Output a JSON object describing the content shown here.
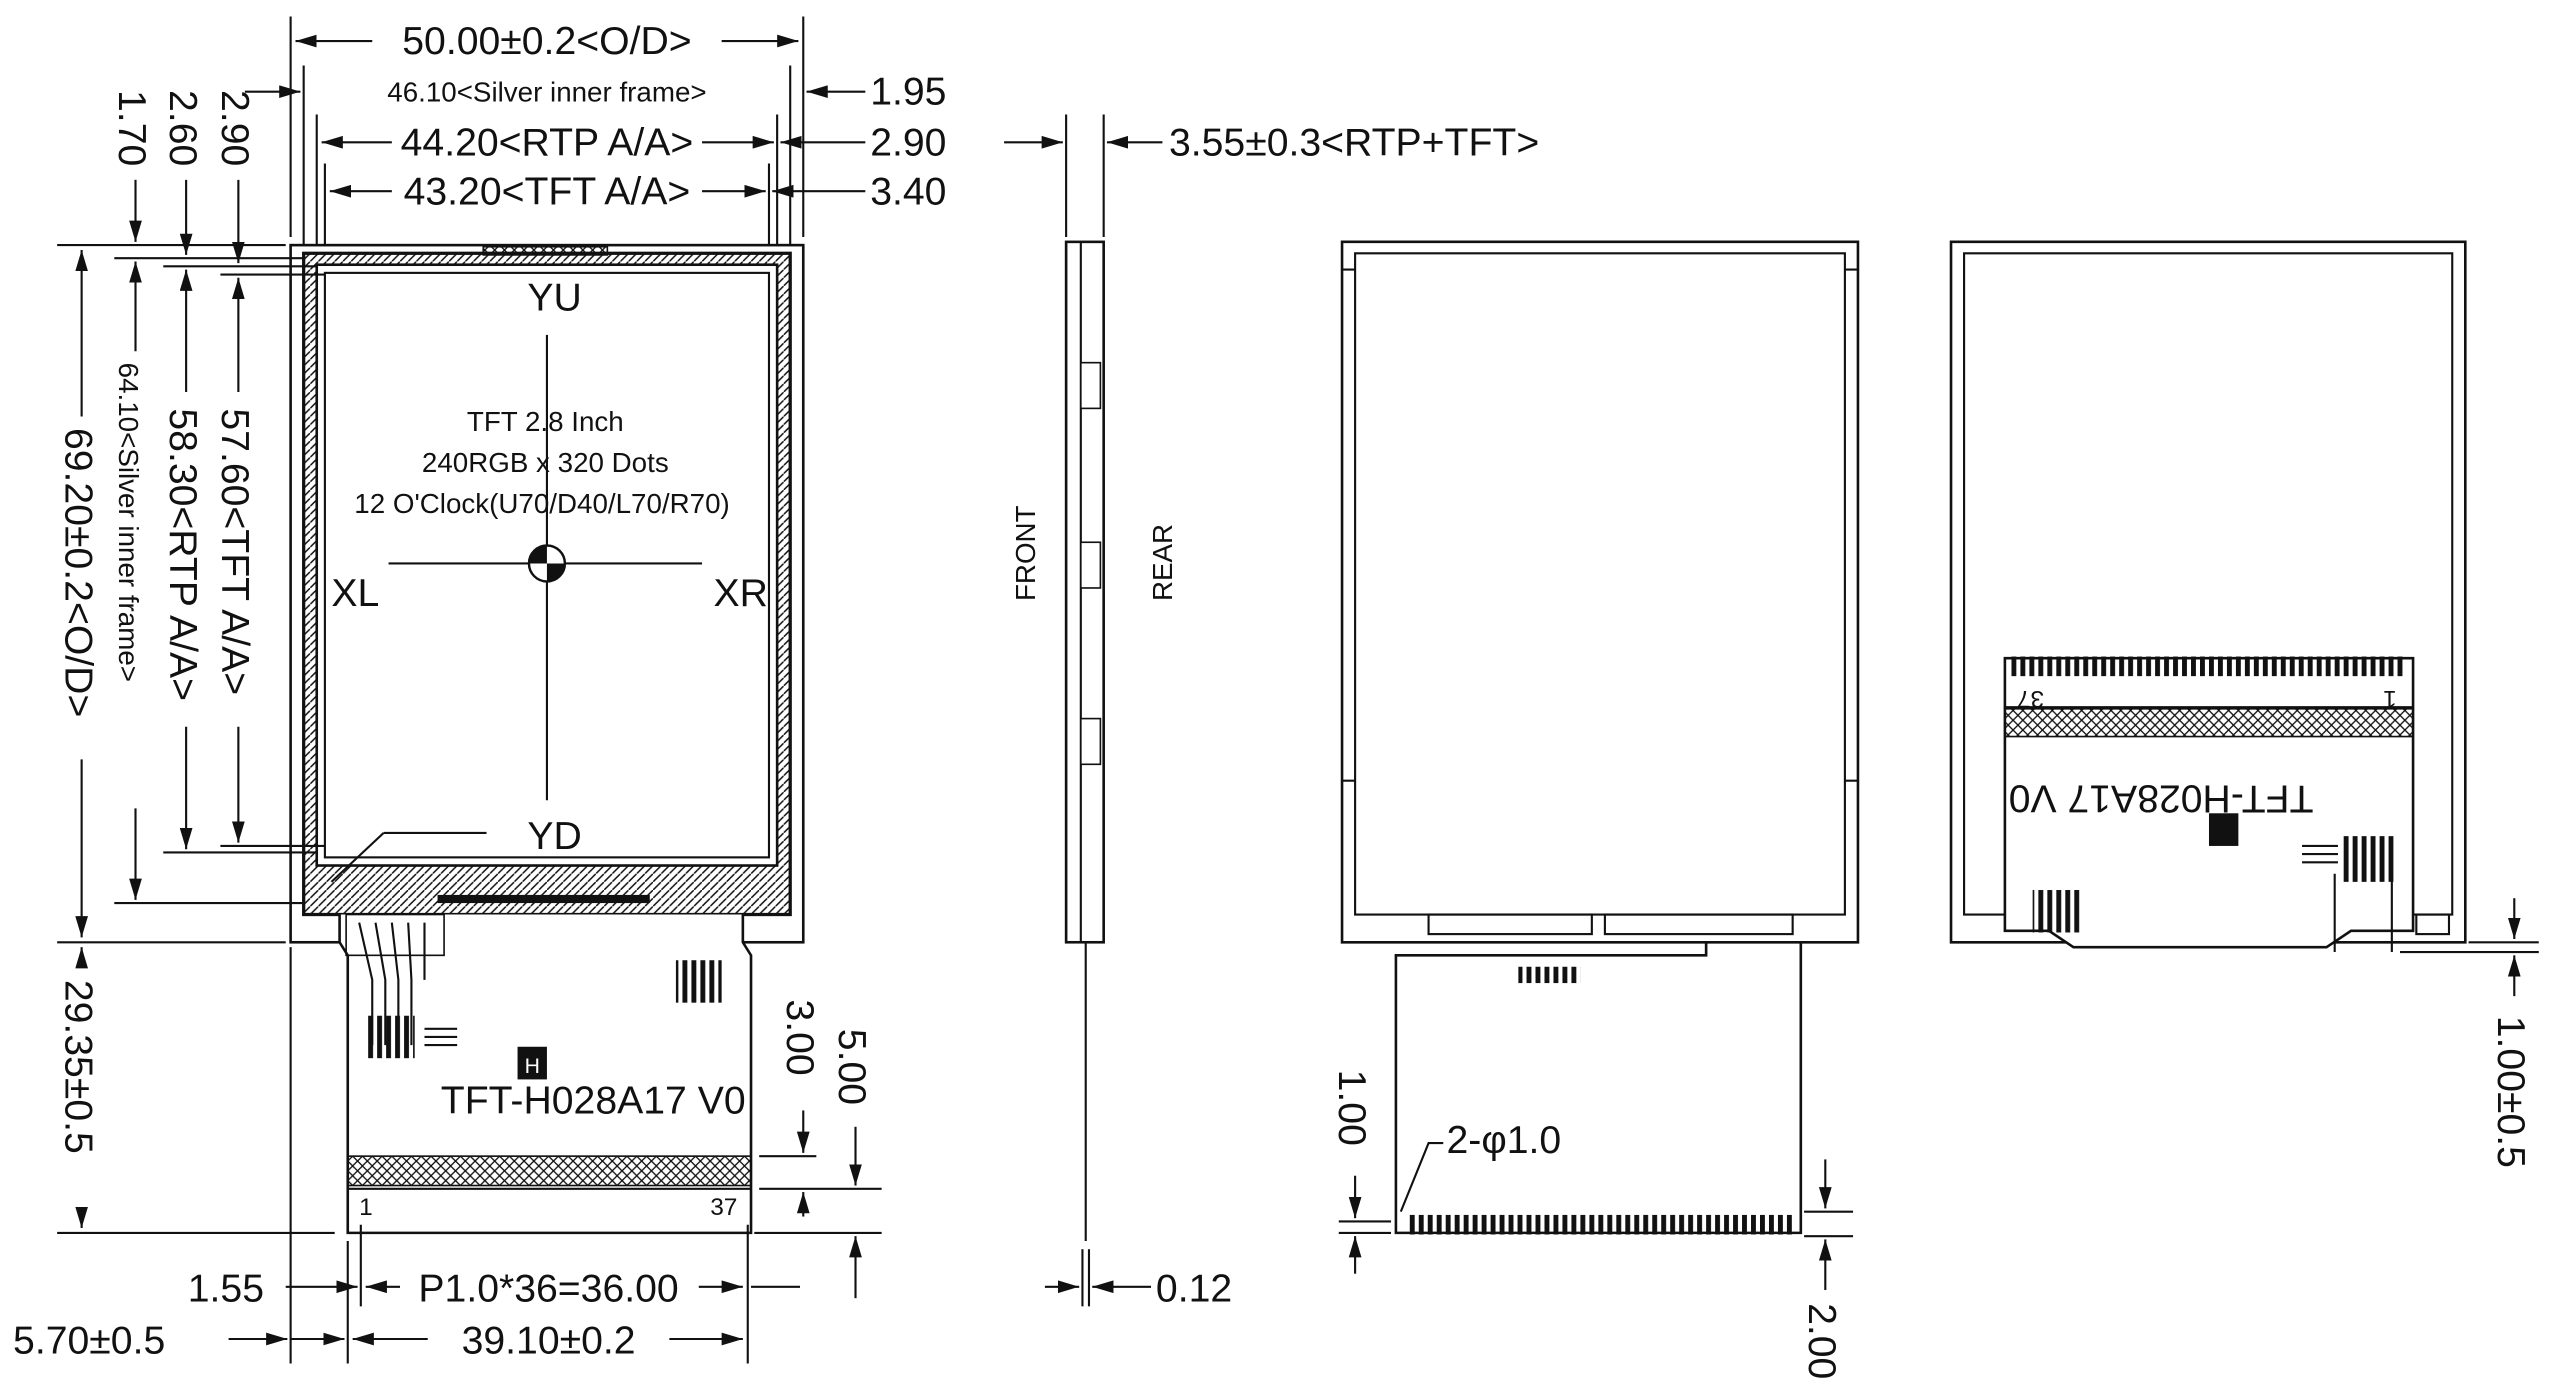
{
  "top_dims": {
    "overall_width": "50.00±0.2<O/D>",
    "silver_frame_width": "46.10<Silver inner frame>",
    "silver_offset": "1.95",
    "rtp_aa_width": "44.20<RTP A/A>",
    "rtp_offset": "2.90",
    "tft_aa_width": "43.20<TFT A/A>",
    "tft_offset": "3.40",
    "thickness": "3.55±0.3<RTP+TFT>"
  },
  "left_dims": {
    "top_offset_1": "1.70",
    "top_offset_2": "2.60",
    "top_offset_3": "2.90",
    "tft_aa_height": "57.60<TFT A/A>",
    "rtp_aa_height": "58.30<RTP A/A>",
    "silver_frame_height": "64.10<Silver inner frame>",
    "overall_height": "69.20±0.2<O/D>",
    "fpc_length": "29.35±0.5"
  },
  "bottom_dims": {
    "pin_offset": "1.55",
    "pitch": "P1.0*36=36.00",
    "fpc_offset": "5.70±0.5",
    "fpc_width": "39.10±0.2",
    "fpc_thickness": "0.12",
    "stiffener_3": "3.00",
    "stiffener_5": "5.00",
    "hole_offset": "1.00",
    "hole_label": "2-φ1.0",
    "finger_length": "2.00",
    "rear_offset": "1.00±0.5"
  },
  "panel": {
    "yu": "YU",
    "yd": "YD",
    "xl": "XL",
    "xr": "XR",
    "line1": "TFT 2.8 Inch",
    "line2": "240RGB x 320 Dots",
    "line3": "12 O'Clock(U70/D40/L70/R70)"
  },
  "fpc": {
    "part_number": "TFT-H028A17 V0",
    "pin_first": "1",
    "pin_last": "37"
  },
  "views": {
    "front": "FRONT",
    "rear": "REAR"
  }
}
